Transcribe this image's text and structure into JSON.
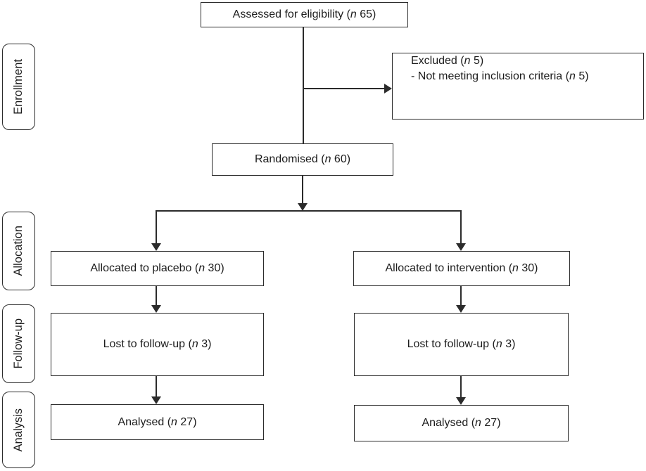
{
  "figure": {
    "type": "consort-flow-diagram",
    "colors": {
      "line": "#2b2b2b",
      "ink": "#1c1c1c",
      "background": "#ffffff"
    },
    "stages": {
      "enrollment": "Enrollment",
      "allocation": "Allocation",
      "followup": "Follow-up",
      "analysis": "Analysis"
    },
    "nodes": {
      "assessed": {
        "pre": "Assessed for eligibility (",
        "n": "n",
        "post": " 65)"
      },
      "excluded": {
        "line1": {
          "pre": "Excluded (",
          "n": "n",
          "post": " 5)"
        },
        "line2": {
          "pre": "- Not meeting inclusion criteria (",
          "n": "n",
          "post": " 5)"
        }
      },
      "randomised": {
        "pre": "Randomised (",
        "n": "n",
        "post": " 60)"
      },
      "placebo": {
        "pre": "Allocated to placebo (",
        "n": "n",
        "post": " 30)"
      },
      "intervention": {
        "pre": "Allocated to intervention (",
        "n": "n",
        "post": " 30)"
      },
      "lost_left": {
        "pre": "Lost to follow-up (",
        "n": "n",
        "post": " 3)"
      },
      "lost_right": {
        "pre": "Lost to follow-up (",
        "n": "n",
        "post": " 3)"
      },
      "analysed_left": {
        "pre": "Analysed (",
        "n": "n",
        "post": " 27)"
      },
      "analysed_right": {
        "pre": "Analysed (",
        "n": "n",
        "post": " 27)"
      }
    }
  }
}
